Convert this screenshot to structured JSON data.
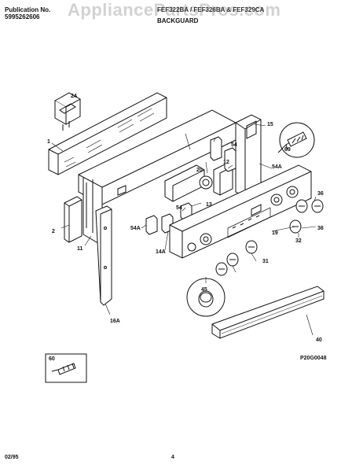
{
  "header": {
    "publication_label": "Publication No.",
    "publication_number": "5995262606",
    "models": "FEF322BA / FEF326BA & FEF329CA",
    "title": "BACKGUARD",
    "watermark": "AppliancePartsPros.com"
  },
  "diagram_code": "P20G0048",
  "footer": {
    "date": "02/95",
    "page": "4"
  },
  "callouts": [
    "1",
    "2",
    "11",
    "13",
    "14A",
    "15",
    "16A",
    "12",
    "19",
    "20",
    "24",
    "31",
    "32",
    "36",
    "36",
    "40",
    "45",
    "54",
    "54",
    "54A",
    "54A",
    "60",
    "69"
  ]
}
